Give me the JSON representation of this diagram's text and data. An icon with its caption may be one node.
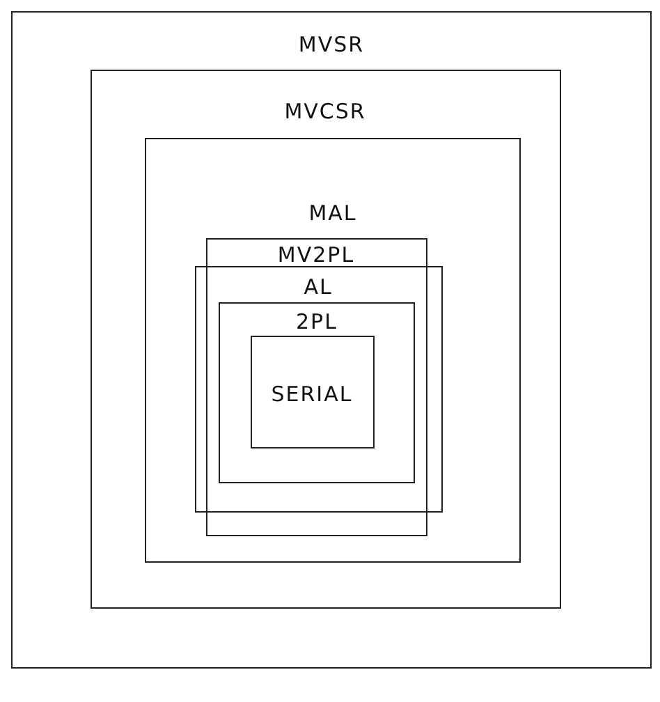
{
  "diagram": {
    "nodes": [
      {
        "text": [
          "MVSR"
        ]
      },
      {
        "text": [
          "MVCSR"
        ],
        "in": 0
      },
      {
        "text": [
          "MAL"
        ],
        "in": 1
      },
      {
        "text": [
          "MV2PL"
        ],
        "in": 2
      },
      {
        "text": [
          "AL"
        ],
        "in": 2
      },
      {
        "text": [
          "2PL"
        ],
        "in": 4
      },
      {
        "text": [
          "SERIAL"
        ],
        "in": 5
      }
    ]
  }
}
